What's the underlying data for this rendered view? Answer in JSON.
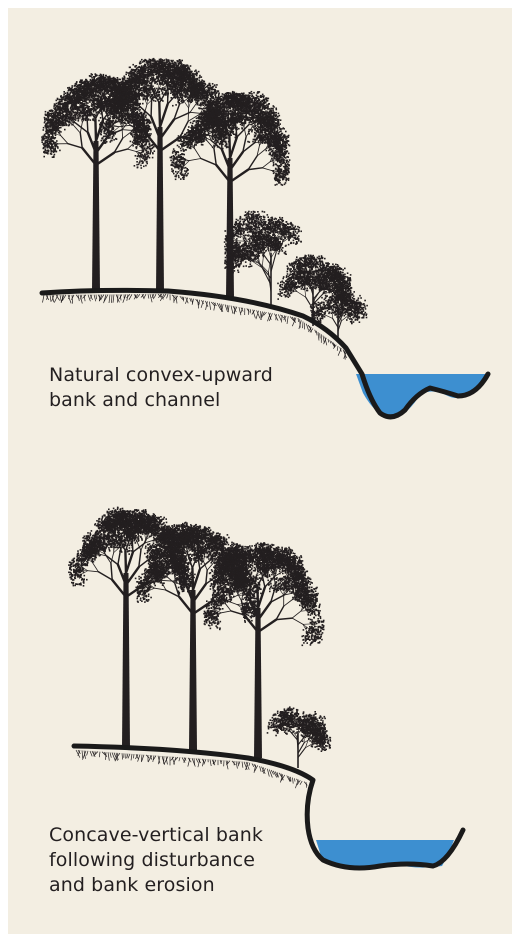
{
  "colors": {
    "background": "#f3eee2",
    "water": "#3d8fd0",
    "ink": "#231f20"
  },
  "top_scene": {
    "caption": {
      "line1": "Natural convex-upward",
      "line2": "bank and channel"
    }
  },
  "bottom_scene": {
    "caption": {
      "line1": "Concave-vertical bank",
      "line2": "following disturbance",
      "line3": "and bank erosion"
    }
  }
}
